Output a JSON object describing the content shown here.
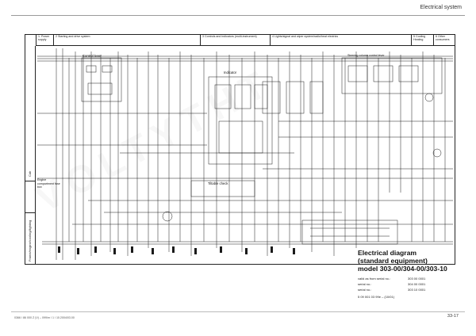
{
  "page_header": {
    "title": "Electrical system"
  },
  "sections": [
    {
      "label": "1. Power supply"
    },
    {
      "label": "2 Starting and drive system"
    },
    {
      "label": "3 Controls and indicators (multi-instrument)"
    },
    {
      "label": "4 Lights/signal and wiper system/radio/heat electrics"
    },
    {
      "label": "5 Cooling Heating"
    },
    {
      "label": "6 Other consumers"
    }
  ],
  "side_strip": {
    "cab": "Cab",
    "engine_fuse": "Engine compartment fuse box",
    "frame_engine": "Frame/engine/cooling/lighting"
  },
  "diagram_labels": {
    "control_lever": "Control lever",
    "indicator": "Indicator",
    "steering_column": "Steering column control lever",
    "tiltable_check": "Tiltable check"
  },
  "title_block": {
    "line1": "Electrical diagram",
    "line2": "(standard equipment)",
    "line3": "model 303-00/304-00/303-10",
    "meta": [
      {
        "key": "valid as from serial no.:",
        "value": "303 00 0001"
      },
      {
        "key": "serial no.:",
        "value": "304 00 0001"
      },
      {
        "key": "serial no.:",
        "value": "303 10 0001"
      }
    ],
    "doc_ref": "5 09 001 03 99e – (10/01)"
  },
  "footer": {
    "left": "0366 / 86 000 Z (V) – 099/m / 1 / 10.2004/03.00",
    "page": "33-17"
  },
  "colors": {
    "line": "#1a1a1a",
    "frame": "#222222"
  }
}
